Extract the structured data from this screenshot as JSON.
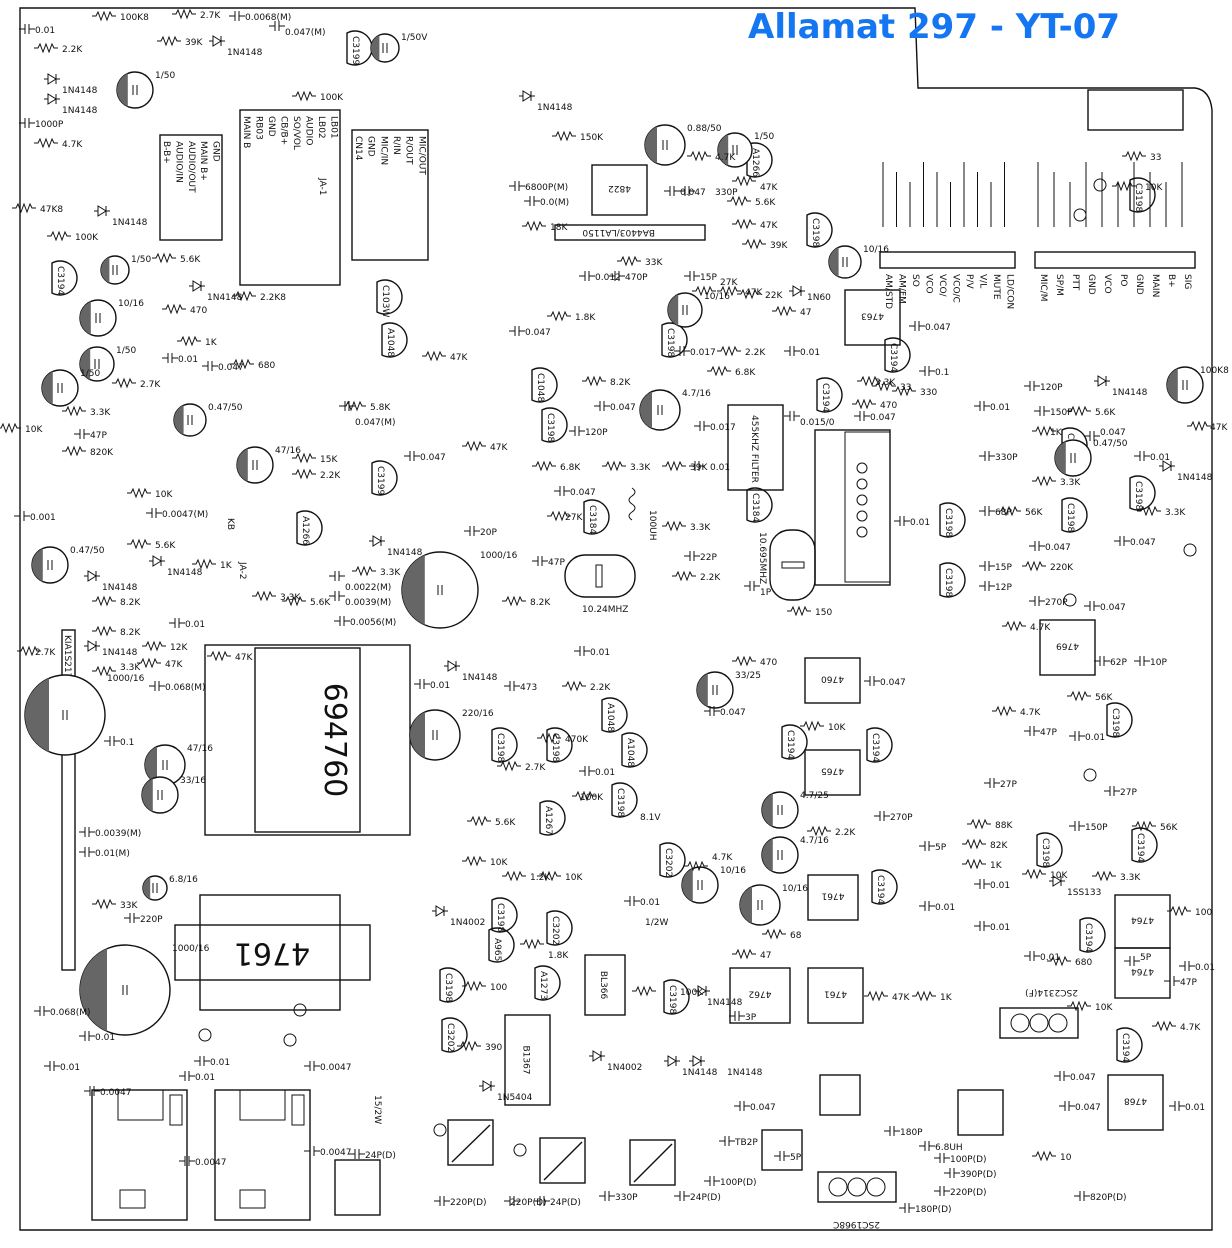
{
  "title": "Allamat 297 - YT-07",
  "transformer_main": "694760",
  "transformer_power": "4761",
  "ic_strip_label": "BA4403/LA1150",
  "filter_label": "455KHZ FILTER",
  "regulator_strip": "KIA1S217K",
  "coil_label": "100UH",
  "crystals": [
    "10.24MHZ",
    "10.695MHZ"
  ],
  "power_transistors": [
    "2SC2314(F)",
    "2SC1968C"
  ],
  "jacks": [
    "JA-1",
    "JA-2"
  ],
  "misc": [
    "15/2W",
    "8.1V",
    "KB",
    "1/2W"
  ],
  "ics": [
    "4822",
    "4763",
    "4760",
    "4765",
    "4761",
    "4762",
    "4761",
    "4764",
    "4764",
    "4768",
    "4769",
    "B1367",
    "BL366"
  ],
  "connectors": {
    "left_box": [
      "B-B+",
      "AUDIO/IN",
      "AUDIO/OUT",
      "MAIN B+",
      "GND"
    ],
    "strip1": [
      "MAIN B",
      "RB03",
      "GND",
      "CB/B+",
      "SO/VOL",
      "AUDIO",
      "LB02",
      "LB01"
    ],
    "strip2": [
      "CN14",
      "GND",
      "MIC/IN",
      "R/IN",
      "R/OUT",
      "MIC/OUT"
    ],
    "right_a": [
      "AM/STD",
      "AM/FM",
      "SO",
      "VCO",
      "VCO/",
      "VCO/C",
      "P/V",
      "V/L",
      "MUTE",
      "LD/CON"
    ],
    "right_b": [
      "MIC/M",
      "SP/M",
      "PTT",
      "GND",
      "VCO",
      "PO",
      "GND",
      "MAIN",
      "B+",
      "SIG"
    ]
  },
  "transistors": [
    "C3199",
    "C3194",
    "C103W",
    "A1048",
    "C1048",
    "C3198",
    "C3198",
    "A1266",
    "C3198",
    "C3194",
    "C3194",
    "C3184",
    "C3184",
    "C3199",
    "A1266",
    "C3198",
    "C3198",
    "C3194",
    "C3198",
    "C3198",
    "C3198",
    "C3194",
    "C3194",
    "C3198",
    "C3198",
    "A1048",
    "A1048",
    "C3198",
    "A1267",
    "C3202",
    "C3194",
    "C3198",
    "C3202",
    "A1273",
    "A965",
    "C3198",
    "C3202",
    "C3198",
    "C3198",
    "C3194",
    "C3194",
    "C3194",
    "C3198"
  ],
  "electrolytics": [
    "1/50V",
    "1/50",
    "1/50",
    "10/16",
    "1/50",
    "1/50",
    "0.47/50",
    "47/16",
    "0.47/50",
    "10/16",
    "1/50",
    "0.88/50",
    "10/16",
    "4.7/16",
    "0.47/50",
    "100K8",
    "1000/16",
    "1000/16",
    "220/16",
    "47/16",
    "33/16",
    "6.8/16",
    "1000/16",
    "33/25",
    "4.7/25",
    "4.7/16",
    "10/16",
    "10/16"
  ],
  "resistors": [
    "2.2K",
    "4.7K",
    "47K8",
    "100K",
    "5.6K",
    "470",
    "1K",
    "680",
    "2.7K",
    "3.3K",
    "10K",
    "820K",
    "10K",
    "5.6K",
    "8.2K",
    "8.2K",
    "12K",
    "47K",
    "3.3K",
    "2.7K",
    "33K",
    "100K8",
    "39K",
    "2.7K",
    "100K",
    "2.2K8",
    "5.8K",
    "15K",
    "2.2K",
    "47K",
    "1K",
    "3.3K",
    "3.3K",
    "5.6K",
    "47K",
    "150K",
    "18K",
    "4.7K",
    "47K",
    "5.6K",
    "47K",
    "39K",
    "33K",
    "1.8K",
    "27K",
    "47K",
    "22K",
    "47",
    "2.2K",
    "6.8K",
    "8.2K",
    "47K",
    "6.8K",
    "3.3K",
    "39K",
    "27K",
    "3.3K",
    "2.2K",
    "8.2K",
    "150",
    "470",
    "2.2K",
    "470K",
    "2.7K",
    "100K",
    "5.6K",
    "10K",
    "1.2K",
    "10K",
    "1.8K",
    "100",
    "390",
    "100K",
    "4.7K",
    "10K",
    "2.2K",
    "68",
    "47",
    "47K",
    "1K",
    "88K",
    "82K",
    "1K",
    "56K",
    "3.3K",
    "10K",
    "100",
    "680",
    "10K",
    "4.7K",
    "10",
    "47K",
    "5.6K",
    "1K",
    "3.3K",
    "56K",
    "3.3K",
    "4.7K",
    "56K",
    "4.7K",
    "33",
    "330",
    "3.3K",
    "470",
    "10K",
    "33",
    "220K"
  ],
  "capacitors": [
    "0.01",
    "1000P",
    "0.0068(M)",
    "0.047(M)",
    "0.01",
    "0.047",
    "47P",
    "0.0047(M)",
    "0.001",
    "0.068(M)",
    "0.01",
    "0.1",
    "220P",
    "0.068(M)",
    "0.01",
    "0.01",
    "0.0047",
    "0.0047",
    "0.0047",
    "24P(D)",
    "0.01",
    "0.01",
    "0.0047",
    "0.047(M)",
    "0.047",
    "0.0022(M)",
    "0.0039(M)",
    "0.0056(M)",
    "0.01",
    "0.0039(M)",
    "0.01(M)",
    "6800P(M)",
    "0.0(M)",
    "0.012",
    "470P",
    "0.047",
    "330P",
    "0.047",
    "0.047",
    "120P",
    "0.047",
    "20P",
    "47P",
    "22P",
    "0.01",
    "473",
    "0.01",
    "0.047",
    "0.047",
    "270P",
    "5P",
    "0.01",
    "0.01",
    "3P",
    "0.047",
    "TB2P",
    "100P(D)",
    "24P(D)",
    "330P",
    "24P(D)",
    "220P(D)",
    "220P(D)",
    "5P",
    "180P",
    "6.8UH",
    "100P(D)",
    "390P(D)",
    "220P(D)",
    "180P(D)",
    "820P(D)",
    "0.047",
    "0.047",
    "0.01",
    "47P",
    "0.01",
    "5P",
    "0.01",
    "150P",
    "27P",
    "27P",
    "0.01",
    "0.01",
    "0.01",
    "47P",
    "62P",
    "10P",
    "270P",
    "0.047",
    "12P",
    "15P",
    "68P",
    "330P",
    "0.047",
    "0.047",
    "0.01",
    "120P",
    "150P",
    "0.047",
    "0.01",
    "0.01",
    "0.047",
    "0.01",
    "0.1",
    "0.047",
    "0.015/0",
    "0.01",
    "15P",
    "0.017",
    "0.017",
    "1P"
  ],
  "diodes": [
    "1N4148",
    "1N4148",
    "1N4148",
    "1N4148",
    "1N4148",
    "1N4148",
    "1N4148",
    "1N4148",
    "1N4148",
    "1N4148",
    "1N4148",
    "1N4002",
    "1N4002",
    "1N4148",
    "1N4148",
    "1N5404",
    "1N4148",
    "1N4148",
    "1N4148",
    "1SS133",
    "1N60"
  ]
}
